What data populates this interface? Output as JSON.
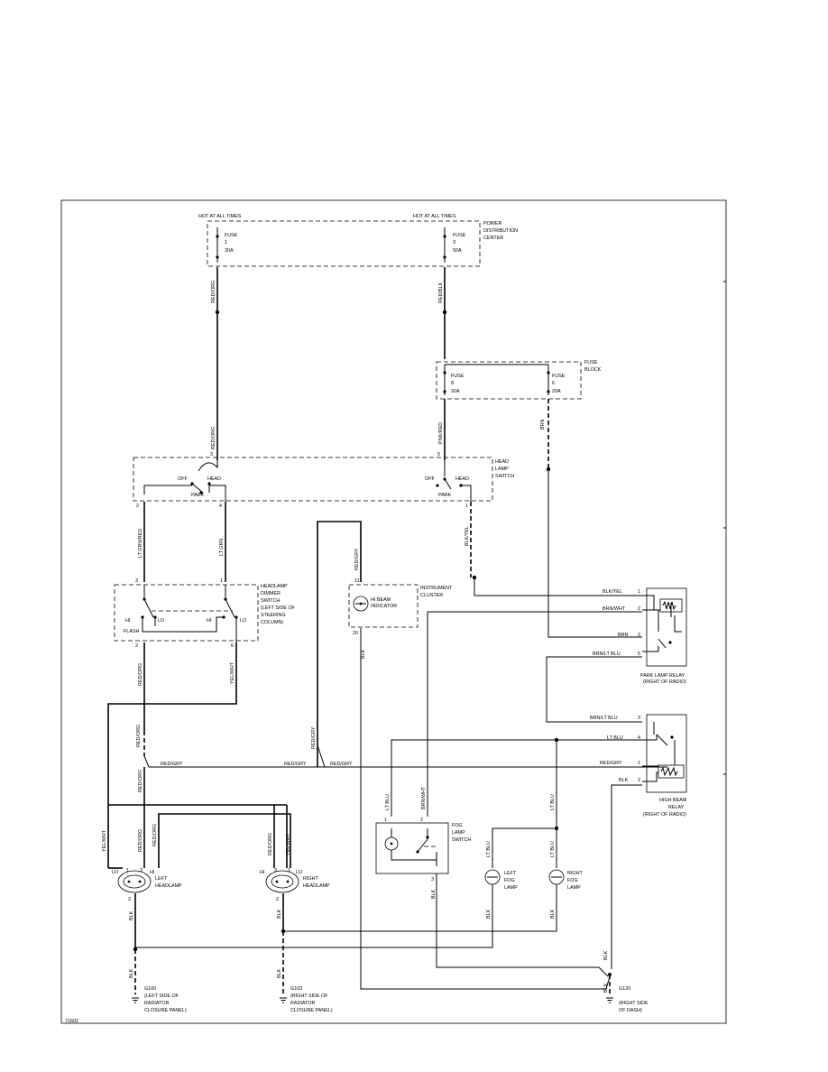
{
  "diagram_id": "71602",
  "pdc": {
    "hot_left": "HOT AT ALL TIMES",
    "hot_right": "HOT AT ALL TIMES",
    "fuse1": [
      "FUSE",
      "1",
      "30A"
    ],
    "fuse3": [
      "FUSE",
      "3",
      "50A"
    ],
    "label": [
      "POWER",
      "DISTRIBUTION",
      "CENTER"
    ]
  },
  "fuse_block": {
    "label": [
      "FUSE",
      "BLOCK"
    ],
    "fuse8": [
      "FUSE",
      "8",
      "20A"
    ],
    "fuse6": [
      "FUSE",
      "6",
      "20A"
    ]
  },
  "headlamp_switch": {
    "label": [
      "HEAD",
      "LAMP",
      "SWITCH"
    ],
    "off1": "OFF",
    "head1": "HEAD",
    "park1": "PARK",
    "off2": "OFF",
    "head2": "HEAD",
    "park2": "PARK",
    "pins": {
      "p3": "3",
      "p5": "5",
      "p2": "2",
      "p4": "4",
      "p1": "1"
    }
  },
  "dimmer": {
    "label": [
      "HEADLAMP",
      "DIMMER",
      "SWITCH",
      "(LEFT SIDE OF",
      "STEERING",
      "COLUMN)"
    ],
    "hi1": "HI",
    "lo1": "LO",
    "flash": "FLASH",
    "hi2": "HI",
    "lo2": "LO",
    "pins": {
      "p3": "3",
      "p1": "1",
      "p2": "2",
      "p6": "6"
    }
  },
  "cluster": {
    "label": [
      "INSTRUMENT",
      "CLUSTER"
    ],
    "indicator": [
      "HI BEAM",
      "INDICATOR"
    ],
    "pins": {
      "p11": "11",
      "p20": "20"
    }
  },
  "park_relay": {
    "label": [
      "PARK LAMP RELAY",
      "(RIGHT OF RADIO)"
    ],
    "pins": [
      "1",
      "2",
      "3",
      "5"
    ],
    "wires": [
      "BLK/YEL",
      "BRN/WHT",
      "BRN",
      "BRN/LT BLU"
    ]
  },
  "hibeam_relay": {
    "label": [
      "HIGH BEAM",
      "RELAY",
      "(RIGHT OF RADIO)"
    ],
    "pins": [
      "3",
      "4",
      "1",
      "2"
    ],
    "wires": [
      "BRN/LT BLU",
      "LT BLU",
      "RED/GRY",
      "BLK"
    ]
  },
  "fog_switch": {
    "label": [
      "FOG",
      "LAMP",
      "SWITCH"
    ],
    "pins": {
      "p1": "1",
      "p2": "2",
      "p3": "3"
    }
  },
  "left_headlamp": {
    "label": [
      "LEFT",
      "HEADLAMP"
    ],
    "lo": "LO",
    "hi": "HI",
    "pins": [
      "1",
      "3",
      "2"
    ]
  },
  "right_headlamp": {
    "label": [
      "RIGHT",
      "HEADLAMP"
    ],
    "hi": "HI",
    "lo": "LO",
    "pins": [
      "3",
      "1",
      "2"
    ]
  },
  "left_fog": {
    "label": [
      "LEFT",
      "FOG",
      "LAMP"
    ]
  },
  "right_fog": {
    "label": [
      "RIGHT",
      "FOG",
      "LAMP"
    ]
  },
  "grounds": {
    "g100": [
      "G100",
      "(LEFT SIDE OF",
      "RADIATOR",
      "CLOSURE PANEL)"
    ],
    "g103": [
      "G103",
      "(RIGHT SIDE OF",
      "RADIATOR",
      "CLOSURE PANEL)"
    ],
    "g120": [
      "G120",
      "(RIGHT SIDE",
      "OF DASH)"
    ]
  },
  "wires": {
    "red_org": "RED/ORG",
    "red_blk": "RED/BLK",
    "pnk_red": "PNK/RED",
    "brn": "BRN",
    "lt_grn_red": "LT GRN/RED",
    "lt_grn": "LT GRN",
    "blk_yel": "BLK/YEL",
    "red_gry": "RED/GRY",
    "blk": "BLK",
    "yel_wht": "YEL/WHT",
    "lt_blu": "LT BLU",
    "brn_wht": "BRN/WHT"
  }
}
